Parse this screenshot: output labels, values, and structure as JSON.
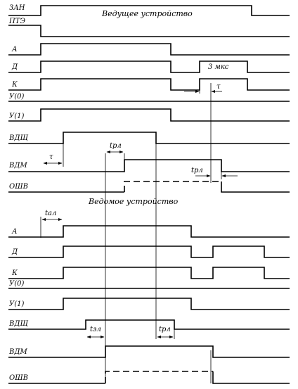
{
  "master_title": "Ведущее устройство",
  "slave_title": "Ведомое устройство",
  "signals": {
    "zan": "ЗАН",
    "pte": "ПТЭ",
    "a_m": "А",
    "d_m": "Д",
    "k_m": "К",
    "u0_m": "У(0)",
    "u1_m": "У(1)",
    "vdsh_m": "ВДЩ",
    "vdm_m": "ВДМ",
    "oshv_m": "ОШВ",
    "a_s": "А",
    "d_s": "Д",
    "k_s": "К",
    "u0_s": "У(0)",
    "u1_s": "У(1)",
    "vdsh_s": "ВДЩ",
    "vdm_s": "ВДМ",
    "oshv_s": "ОШВ"
  },
  "annotations": {
    "tau": "τ",
    "tau_k": "τ",
    "t_rl_1": "tрл",
    "t_rl_2": "tрл",
    "t_al": "tал",
    "t_zl": "tзл",
    "t_rl_3": "tрл",
    "three_us": "3 мкс"
  }
}
